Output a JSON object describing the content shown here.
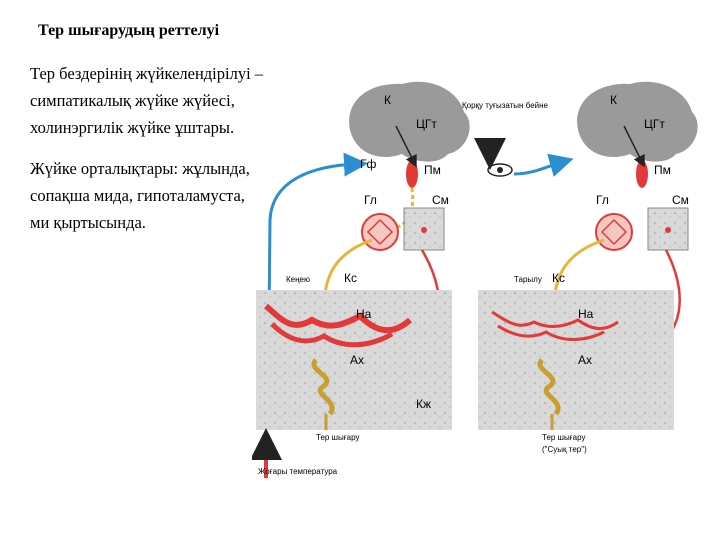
{
  "title": "Тер шығарудың реттелуі",
  "paragraphs": [
    "Тер бездерінің жүйкелендірілуі – симпатикалық жүйке жүйесі, холинэргилік жүйке ұштары.",
    "Жүйке орталықтары: жұлында, сопақша мида, гипоталамуста, ми қыртысында."
  ],
  "figure": {
    "left_panel": {
      "k": "К",
      "cgt": "ЦГт",
      "gf": "Гф",
      "pm": "Пм",
      "gl": "Гл",
      "sm": "См",
      "kengeyu": "Кеңею",
      "ks": "Кс",
      "na": "На",
      "ax": "Ах",
      "caption": "Тер шығару",
      "bottom": "Жоғары температура"
    },
    "right_panel": {
      "k": "К",
      "cgt": "ЦГт",
      "fear": "Қорқу туғызатын бейне",
      "pm": "Пм",
      "gl": "Гл",
      "sm": "См",
      "tarylu": "Тарылу",
      "ks": "Кс",
      "na": "На",
      "ax": "Ах",
      "caption_1": "Тер шығару",
      "caption_2": "(\"Суық тер\")"
    },
    "kzh": "Кж"
  }
}
